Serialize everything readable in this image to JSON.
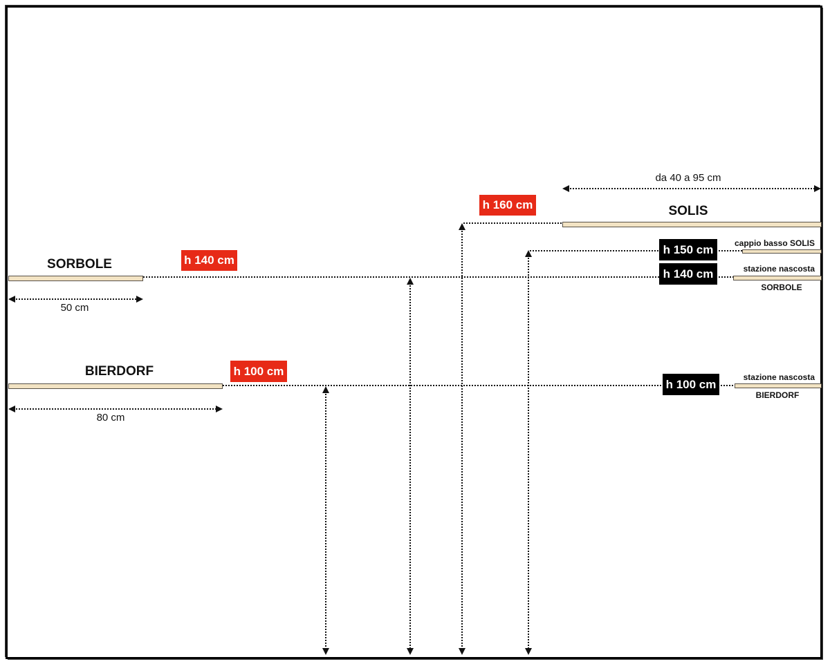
{
  "colors": {
    "badge_red": "#e72a17",
    "badge_black": "#000000",
    "bar_fill": "#f2e3c3",
    "bar_border": "#575047",
    "ink": "#111111"
  },
  "stations": {
    "solis": {
      "title": "SOLIS",
      "height_badge": "h 160 cm",
      "span_label": "da 40 a 95 cm"
    },
    "solis_low_loop": {
      "height_badge": "h 150 cm",
      "label": "cappio basso SOLIS"
    },
    "sorbole": {
      "title": "SORBOLE",
      "height_badge": "h 140 cm",
      "span_label": "50 cm"
    },
    "sorbole_hidden": {
      "height_badge": "h 140 cm",
      "label": "stazione nascosta",
      "station_name": "SORBOLE"
    },
    "bierdorf": {
      "title": "BIERDORF",
      "height_badge": "h 100 cm",
      "span_label": "80 cm"
    },
    "bierdorf_hidden": {
      "height_badge": "h 100 cm",
      "label": "stazione nascosta",
      "station_name": "BIERDORF"
    }
  }
}
